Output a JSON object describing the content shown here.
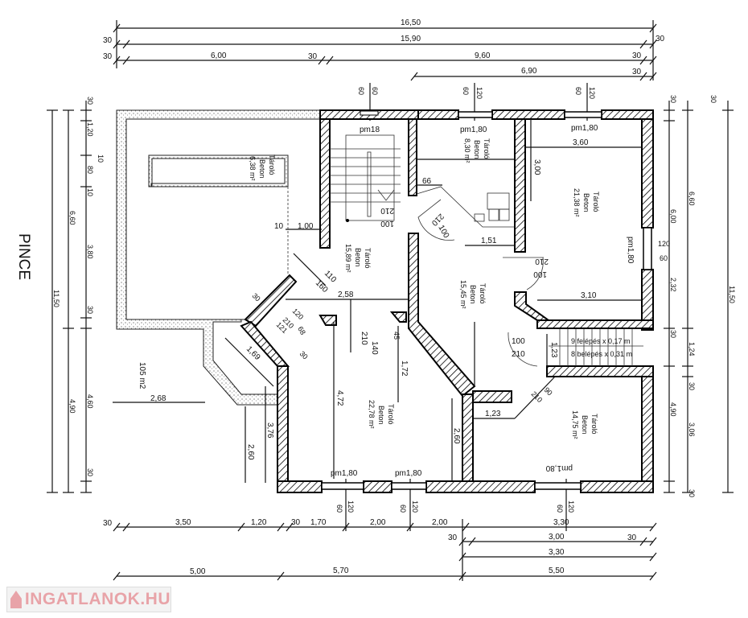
{
  "plan": {
    "title": "PINCE",
    "total_area": "105 m2",
    "watermark": "INGATLANOK.HU"
  },
  "dims_top": [
    "16,50",
    "30",
    "15,90",
    "30",
    "30",
    "6,00",
    "30",
    "9,60",
    "30",
    "6,90",
    "30"
  ],
  "openings_top": [
    "60",
    "60",
    "60",
    "120",
    "60",
    "120"
  ],
  "dims_bottom": [
    "30",
    "3,50",
    "1,20",
    "30",
    "1,70",
    "2,00",
    "2,00",
    "3,30",
    "30",
    "3,00",
    "30",
    "3,30",
    "5,00",
    "5,70",
    "5,50"
  ],
  "openings_bottom": [
    "60",
    "120",
    "60",
    "120",
    "60",
    "120"
  ],
  "dims_left": [
    "30",
    "1,20",
    "10",
    "80",
    "10",
    "6,60",
    "3,80",
    "11,50",
    "30",
    "4,60",
    "4,90",
    "30"
  ],
  "dims_right": [
    "30",
    "30",
    "6,00",
    "6,60",
    "11,50",
    "120",
    "60",
    "2,32",
    "30",
    "1,24",
    "30",
    "4,90",
    "3,06",
    "30"
  ],
  "rooms": [
    {
      "name": "Tároló",
      "floor": "Beton",
      "area": "6,38 m²"
    },
    {
      "name": "Tároló",
      "floor": "Beton",
      "area": "8,30 m²"
    },
    {
      "name": "Tároló",
      "floor": "Beton",
      "area": "21,38 m²"
    },
    {
      "name": "Tároló",
      "floor": "Beton",
      "area": "15,89 m²"
    },
    {
      "name": "Tároló",
      "floor": "Beton",
      "area": "15,45 m²"
    },
    {
      "name": "Tároló",
      "floor": "Beton",
      "area": "22,78 m²"
    },
    {
      "name": "Tároló",
      "floor": "Beton",
      "area": "14,75 m²"
    }
  ],
  "windows": [
    "pm18",
    "pm1,80",
    "pm1,80",
    "pm1,80",
    "pm1,80",
    "pm1,80",
    "pm1,80"
  ],
  "inner_dims": [
    "3,60",
    "3,00",
    "66",
    "210",
    "100",
    "210",
    "100",
    "1,51",
    "210",
    "100",
    "3,10",
    "10",
    "1,00",
    "110",
    "160",
    "2,58",
    "120",
    "210",
    "121",
    "68",
    "30",
    "30",
    "140",
    "210",
    "45",
    "1,72",
    "1,69",
    "4,72",
    "2,68",
    "3,76",
    "2,60",
    "2,60",
    "1,23",
    "90",
    "210",
    "100",
    "210",
    "1,23"
  ],
  "stairs": [
    "9 felépés x 0,17 m",
    "8 belépés x 0,31 m"
  ]
}
